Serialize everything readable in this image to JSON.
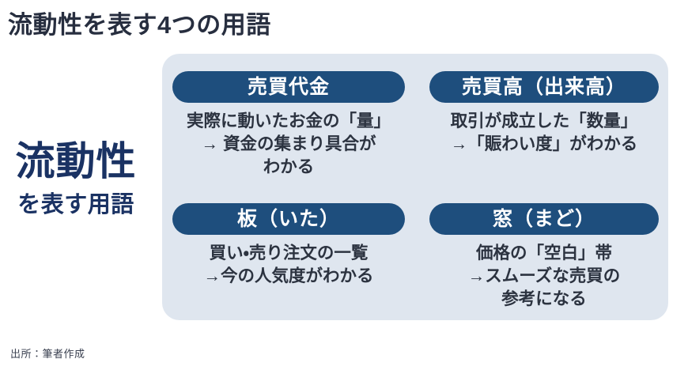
{
  "page": {
    "title": "流動性を表す4つの用語",
    "source": "出所：筆者作成"
  },
  "left_label": {
    "main": "流動性",
    "sub": "を表す用語"
  },
  "cards": [
    {
      "header": "売買代金",
      "lines": [
        "実際に動いたお金の「量」",
        "→ 資金の集まり具合が",
        "わかる"
      ]
    },
    {
      "header": "売買高（出来高）",
      "lines": [
        "取引が成立した「数量」",
        "→「賑わい度」がわかる"
      ]
    },
    {
      "header": "板（いた）",
      "lines": [
        "買い・売り注文の一覧",
        "→今の人気度がわかる"
      ]
    },
    {
      "header": "窓（まど）",
      "lines": [
        "価格の「空白」帯",
        "→スムーズな売買の",
        "参考になる"
      ]
    }
  ],
  "colors": {
    "navy": "#1e4e7d",
    "panel_bg": "#dfe6ef",
    "title_text": "#272e3f",
    "left_text": "#1a3263",
    "body_text": "#2c3340",
    "source_text": "#3a4050"
  }
}
